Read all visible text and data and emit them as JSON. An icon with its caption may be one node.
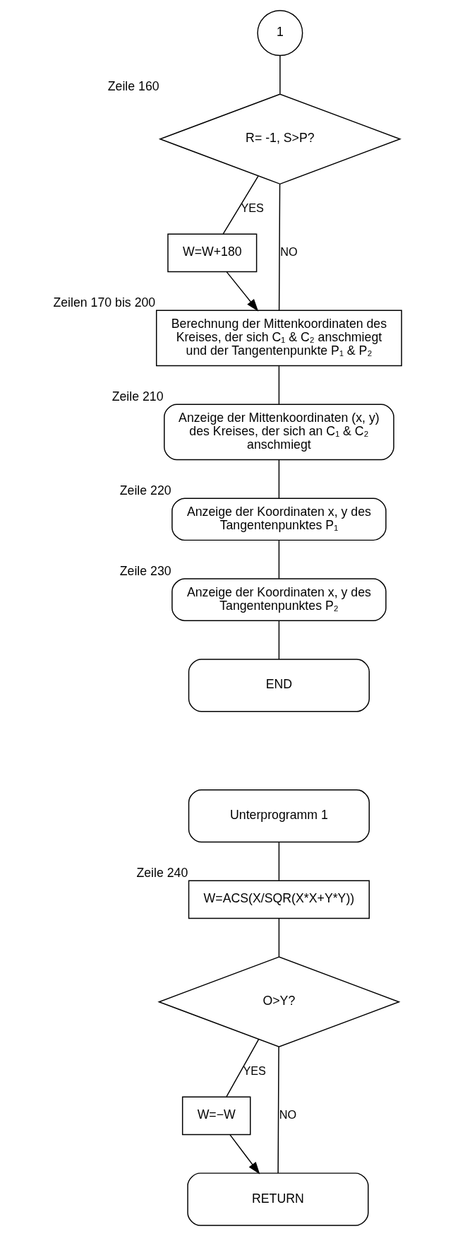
{
  "diagram": {
    "nodes": [
      {
        "text": [
          "1"
        ]
      },
      {
        "text": [
          "R= -1, S>P?"
        ],
        "beside": [
          "Zeile 160"
        ]
      },
      {
        "text": [
          "W=W+180"
        ]
      },
      {
        "text": [
          "Berechnung der Mittenkoordinaten des Kreises, der sich C₁ & C₂ anschmiegt und der Tangentenpunkte P₁ & P₂"
        ],
        "beside": [
          "Zeilen 170 bis 200"
        ]
      },
      {
        "text": [
          "Anzeige der Mittenkoordinaten (x, y) des Kreises, der sich an C₁ & C₂ anschmiegt"
        ],
        "beside": [
          "Zeile 210"
        ]
      },
      {
        "text": [
          "Anzeige der Koordinaten x, y des Tangentenpunktes P₁"
        ],
        "beside": [
          "Zeile 220"
        ]
      },
      {
        "text": [
          "Anzeige der Koordinaten x, y des Tangentenpunktes P₂"
        ],
        "beside": [
          "Zeile 230"
        ]
      },
      {
        "text": [
          "END"
        ]
      },
      {
        "text": [
          "Unterprogramm 1"
        ]
      },
      {
        "text": [
          "W=ACS(X/SQR(X*X+Y*Y))"
        ],
        "beside": [
          "Zeile 240"
        ]
      },
      {
        "text": [
          "O>Y?"
        ]
      },
      {
        "text": [
          "W=−W"
        ]
      },
      {
        "text": [
          "RETURN"
        ]
      }
    ],
    "edges": [
      {
        "from": 0,
        "to": 1,
        "arrow": "none"
      },
      {
        "from": 1,
        "to": 2,
        "arrow": "none",
        "label": "YES"
      },
      {
        "from": 1,
        "to": 3,
        "arrow": "none",
        "label": "NO"
      },
      {
        "from": 2,
        "to": 3,
        "arrow": "to"
      },
      {
        "from": 3,
        "to": 4,
        "arrow": "none"
      },
      {
        "from": 4,
        "to": 5,
        "arrow": "none"
      },
      {
        "from": 5,
        "to": 6,
        "arrow": "none"
      },
      {
        "from": 6,
        "to": 7,
        "arrow": "none"
      },
      {
        "from": 8,
        "to": 9,
        "arrow": "none"
      },
      {
        "from": 9,
        "to": 10,
        "arrow": "none"
      },
      {
        "from": 10,
        "to": 11,
        "arrow": "none",
        "label": "YES"
      },
      {
        "from": 10,
        "to": 12,
        "arrow": "none",
        "label": "NO"
      },
      {
        "from": 11,
        "to": 12,
        "arrow": "to"
      }
    ]
  }
}
